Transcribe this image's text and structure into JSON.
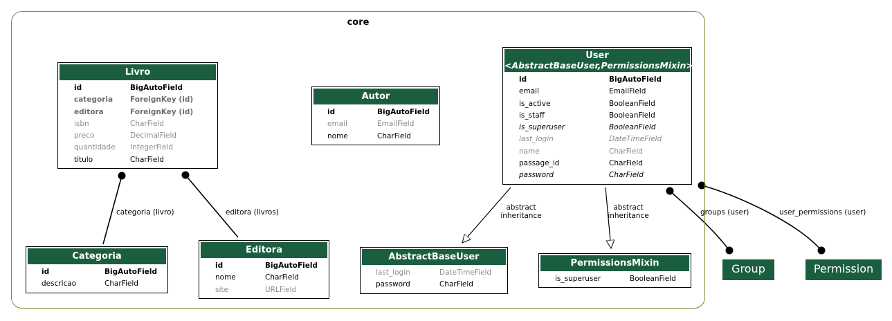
{
  "package": {
    "title": "core"
  },
  "models": {
    "livro": {
      "title": "Livro",
      "fields": [
        {
          "name": "id",
          "type": "BigAutoField"
        },
        {
          "name": "categoria",
          "type": "ForeignKey (id)"
        },
        {
          "name": "editora",
          "type": "ForeignKey (id)"
        },
        {
          "name": "isbn",
          "type": "CharField"
        },
        {
          "name": "preco",
          "type": "DecimalField"
        },
        {
          "name": "quantidade",
          "type": "IntegerField"
        },
        {
          "name": "titulo",
          "type": "CharField"
        }
      ]
    },
    "autor": {
      "title": "Autor",
      "fields": [
        {
          "name": "id",
          "type": "BigAutoField"
        },
        {
          "name": "email",
          "type": "EmailField"
        },
        {
          "name": "nome",
          "type": "CharField"
        }
      ]
    },
    "user": {
      "title": "User",
      "subtitle": "<AbstractBaseUser,PermissionsMixin>",
      "fields": [
        {
          "name": "id",
          "type": "BigAutoField"
        },
        {
          "name": "email",
          "type": "EmailField"
        },
        {
          "name": "is_active",
          "type": "BooleanField"
        },
        {
          "name": "is_staff",
          "type": "BooleanField"
        },
        {
          "name": "is_superuser",
          "type": "BooleanField"
        },
        {
          "name": "last_login",
          "type": "DateTimeField"
        },
        {
          "name": "name",
          "type": "CharField"
        },
        {
          "name": "passage_id",
          "type": "CharField"
        },
        {
          "name": "password",
          "type": "CharField"
        }
      ]
    },
    "categoria": {
      "title": "Categoria",
      "fields": [
        {
          "name": "id",
          "type": "BigAutoField"
        },
        {
          "name": "descricao",
          "type": "CharField"
        }
      ]
    },
    "editora": {
      "title": "Editora",
      "fields": [
        {
          "name": "id",
          "type": "BigAutoField"
        },
        {
          "name": "nome",
          "type": "CharField"
        },
        {
          "name": "site",
          "type": "URLField"
        }
      ]
    },
    "abstractbaseuser": {
      "title": "AbstractBaseUser",
      "fields": [
        {
          "name": "last_login",
          "type": "DateTimeField"
        },
        {
          "name": "password",
          "type": "CharField"
        }
      ]
    },
    "permissionsmixin": {
      "title": "PermissionsMixin",
      "fields": [
        {
          "name": "is_superuser",
          "type": "BooleanField"
        }
      ]
    }
  },
  "external": {
    "group": "Group",
    "permission": "Permission"
  },
  "edges": {
    "categoria": "categoria (livro)",
    "editora": "editora (livros)",
    "abstract1_line1": "abstract",
    "abstract1_line2": "inheritance",
    "abstract2_line1": "abstract",
    "abstract2_line2": "inheritance",
    "groups": "groups (user)",
    "user_permissions": "user_permissions (user)"
  },
  "colors": {
    "header": "#1b5e3f",
    "package_border": "#7a8f2e",
    "inherited_text": "#8c8c8c"
  }
}
